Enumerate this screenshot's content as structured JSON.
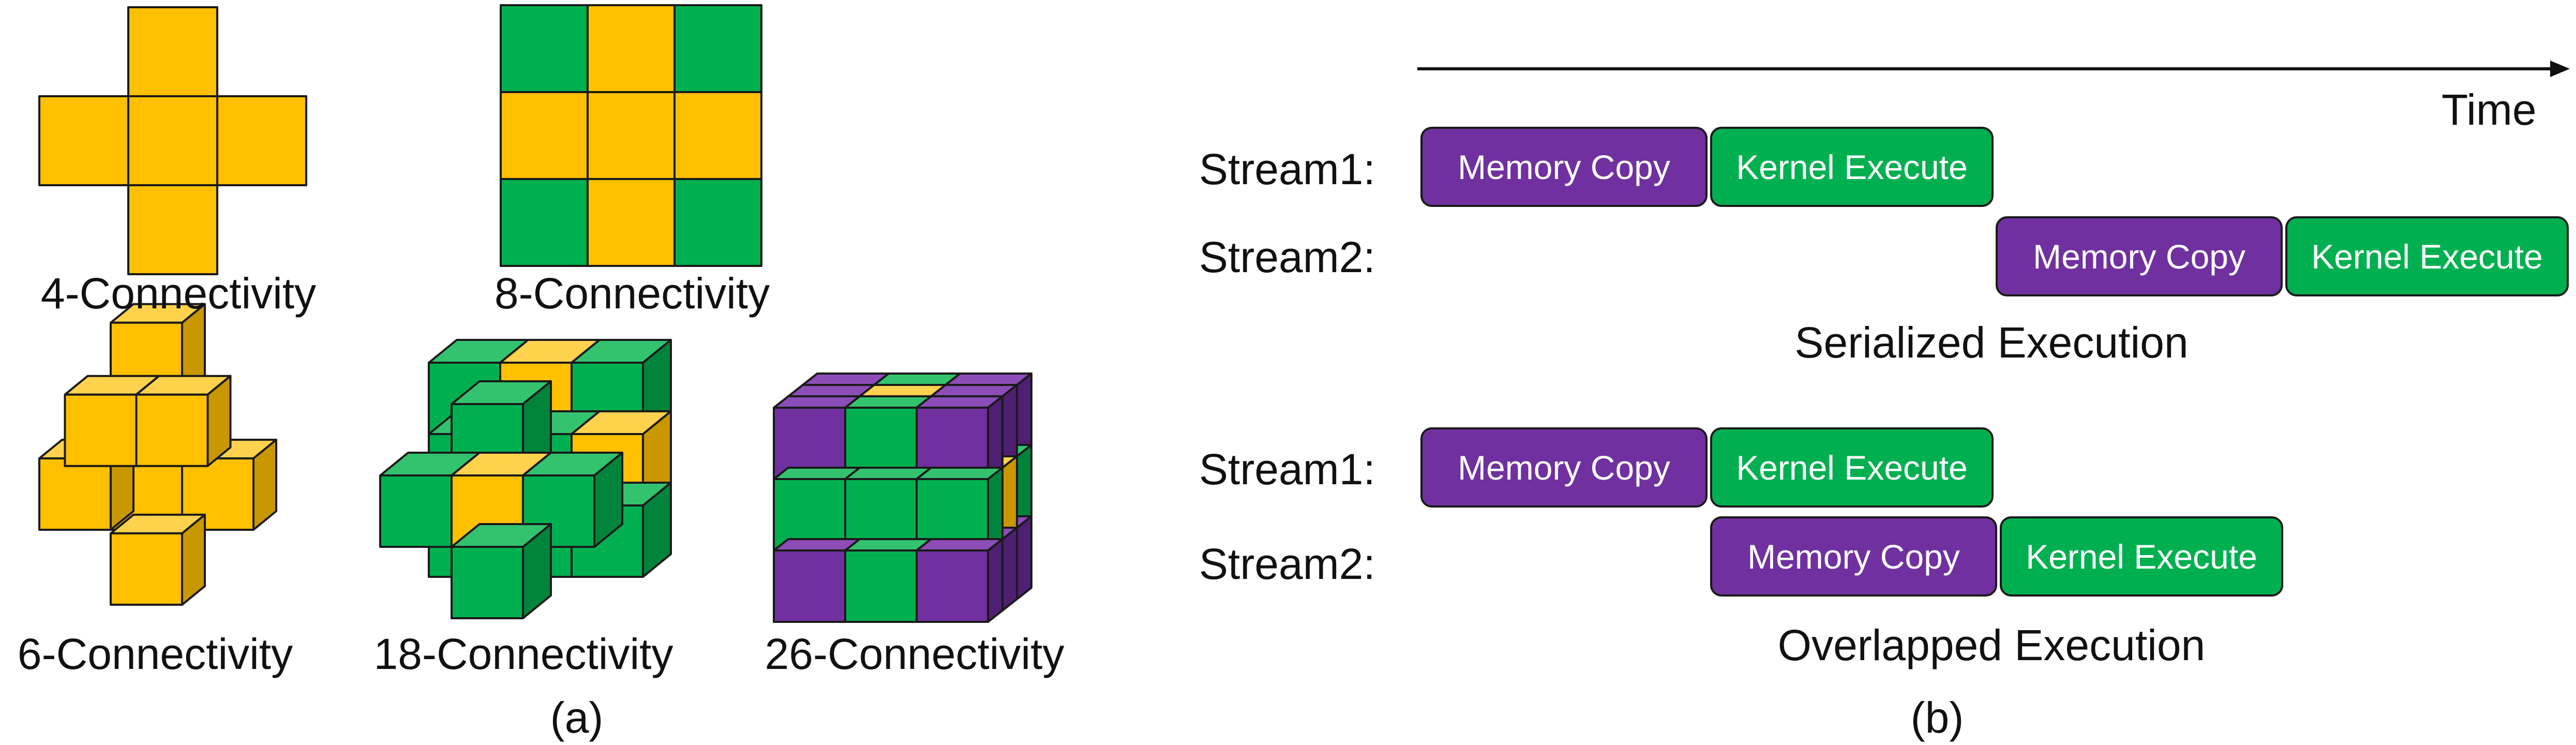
{
  "colors": {
    "yellow": "#FFC000",
    "green": "#00B050",
    "purple": "#7030A0",
    "yellow_top": "#FFD24D",
    "yellow_side": "#C99700",
    "green_top": "#33C36F",
    "green_side": "#00843C",
    "purple_top": "#8C4DB8",
    "purple_side": "#4F1F73"
  },
  "panel_a": {
    "label": "(a)",
    "connectivity": {
      "c4": "4-Connectivity",
      "c8": "8-Connectivity",
      "c6": "6-Connectivity",
      "c18": "18-Connectivity",
      "c26": "26-Connectivity"
    }
  },
  "panel_b": {
    "label": "(b)",
    "time_label": "Time",
    "serialized": {
      "title": "Serialized Execution",
      "stream1": "Stream1:",
      "stream2": "Stream2:"
    },
    "overlapped": {
      "title": "Overlapped Execution",
      "stream1": "Stream1:",
      "stream2": "Stream2:"
    },
    "memory_copy": "Memory Copy",
    "kernel_execute": "Kernel Execute"
  }
}
